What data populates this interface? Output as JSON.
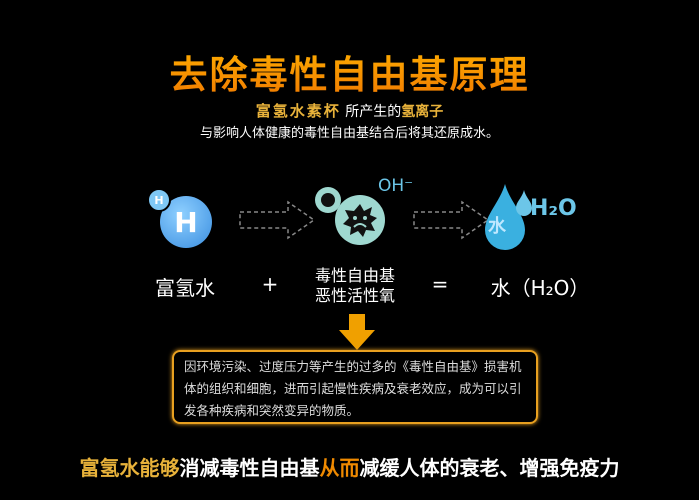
{
  "title": "去除毒性自由基原理",
  "subtitle": {
    "brand": "富氢水素杯",
    "middle": "所产生的",
    "ion": "氢离子",
    "line2": "与影响人体健康的毒性自由基结合后将其还原成水。"
  },
  "equation": {
    "icon_small_h": "H",
    "icon_big_h": "H",
    "oh_label": "OH⁻",
    "water_char": "水",
    "h2o_icon": "H₂O",
    "term1": "富氢水",
    "plus": "+",
    "term2_line1": "毒性自由基",
    "term2_line2": "恶性活性氧",
    "equals": "=",
    "result": "水（H₂O）"
  },
  "explanation": "因环境污染、过度压力等产生的过多的《毒性自由基》损害机体的组织和细胞，进而引起慢性疾病及衰老效应，成为可以引发各种疾病和突然变异的物质。",
  "conclusion": {
    "part1": "富氢水能够",
    "part2": "消减毒性自由基",
    "part3": "从而",
    "part4": "减缓人体的衰老、增强免疫力"
  },
  "colors": {
    "gold": "#e8b23a",
    "orange": "#f08a00",
    "blue": "#4aa8e8",
    "teal": "#9fd8d0"
  }
}
